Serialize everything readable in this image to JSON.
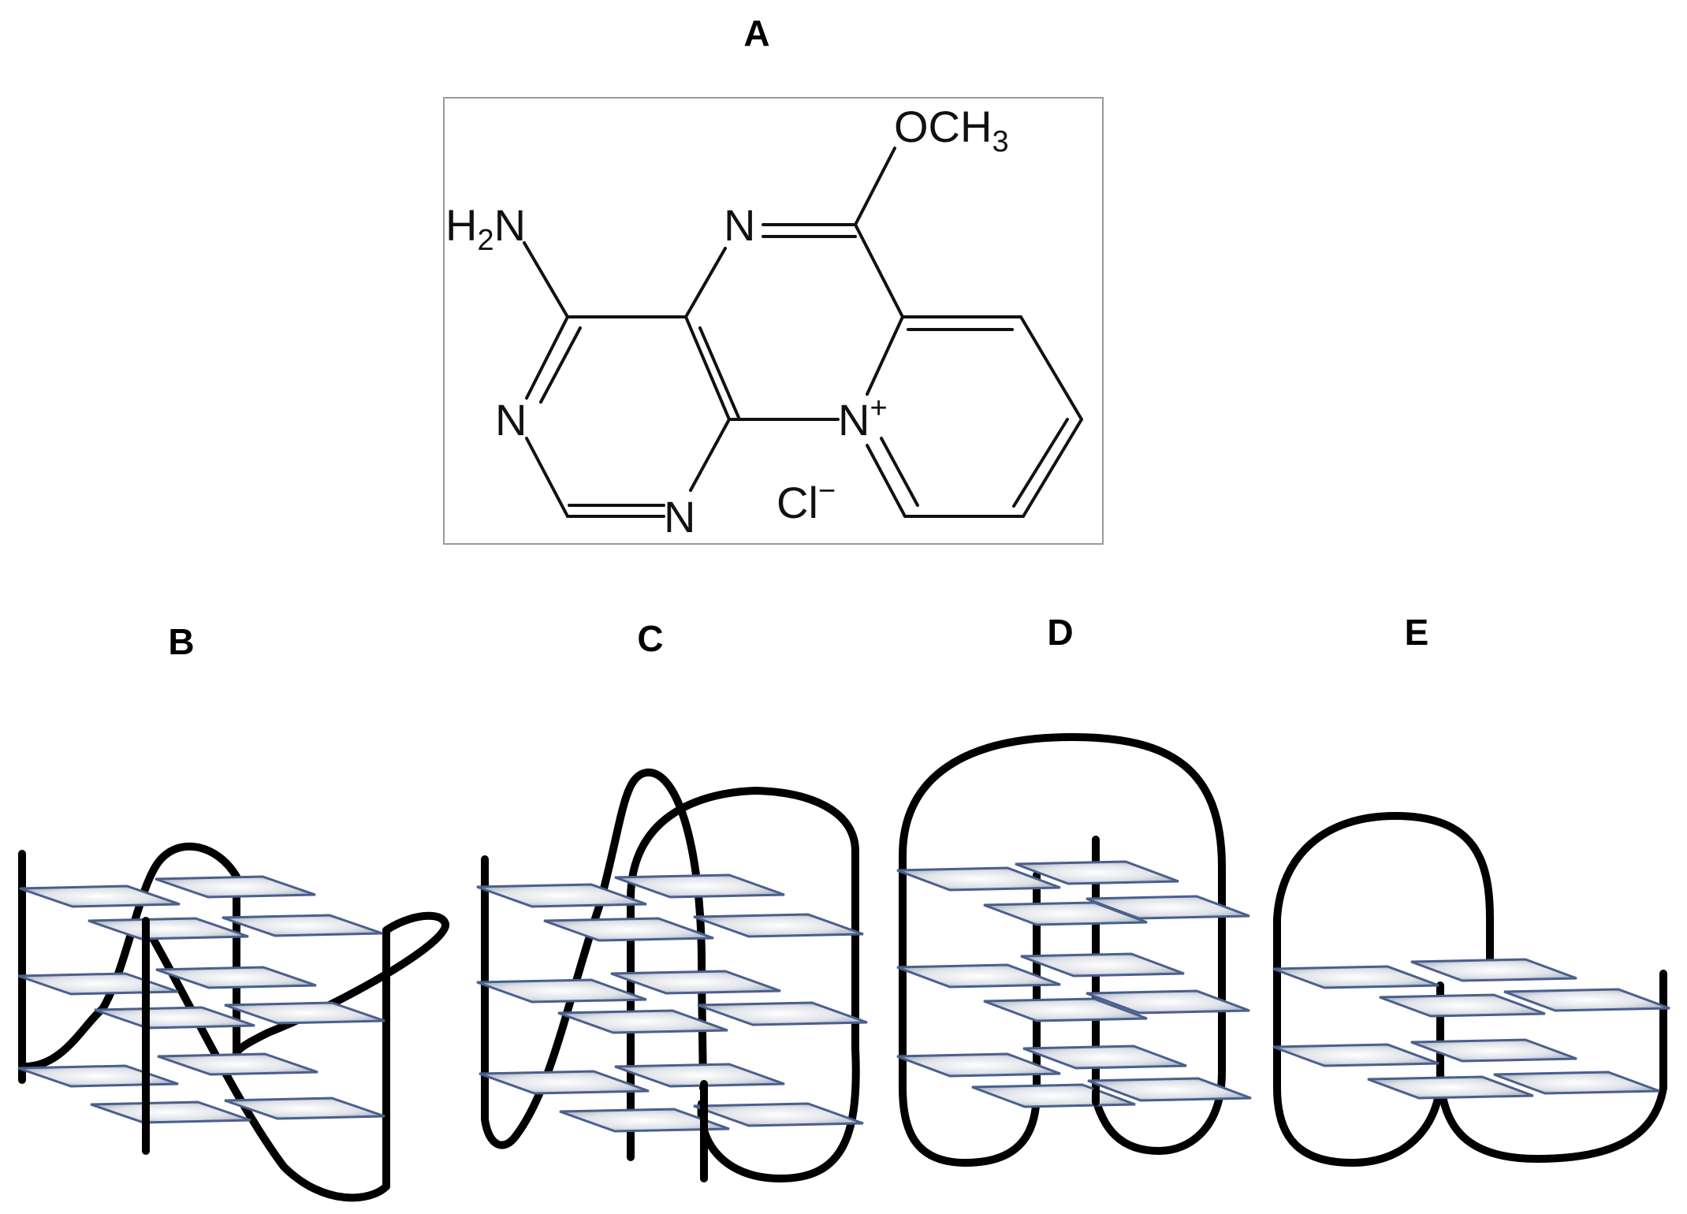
{
  "panels": {
    "a": "A",
    "b": "B",
    "c": "C",
    "d": "D",
    "e": "E"
  },
  "structure": {
    "och3": {
      "base": "OCH",
      "sub": "3"
    },
    "h2n": {
      "pre": "H",
      "sub": "2",
      "post": "N"
    },
    "n_imine": "N",
    "n_pyrimidine_left": "N",
    "n_pyrimidine_bottom": "N",
    "n_cation": {
      "base": "N",
      "sup": "+"
    },
    "chloride": {
      "base": "Cl",
      "sup": "−"
    }
  },
  "colors": {
    "strand": "#000000",
    "tetrad_edge": "#4a5f8c",
    "tetrad_fill_light": "#ffffff",
    "tetrad_fill_dark": "#98a3b3",
    "structure_box_border": "#9a9a9a"
  }
}
